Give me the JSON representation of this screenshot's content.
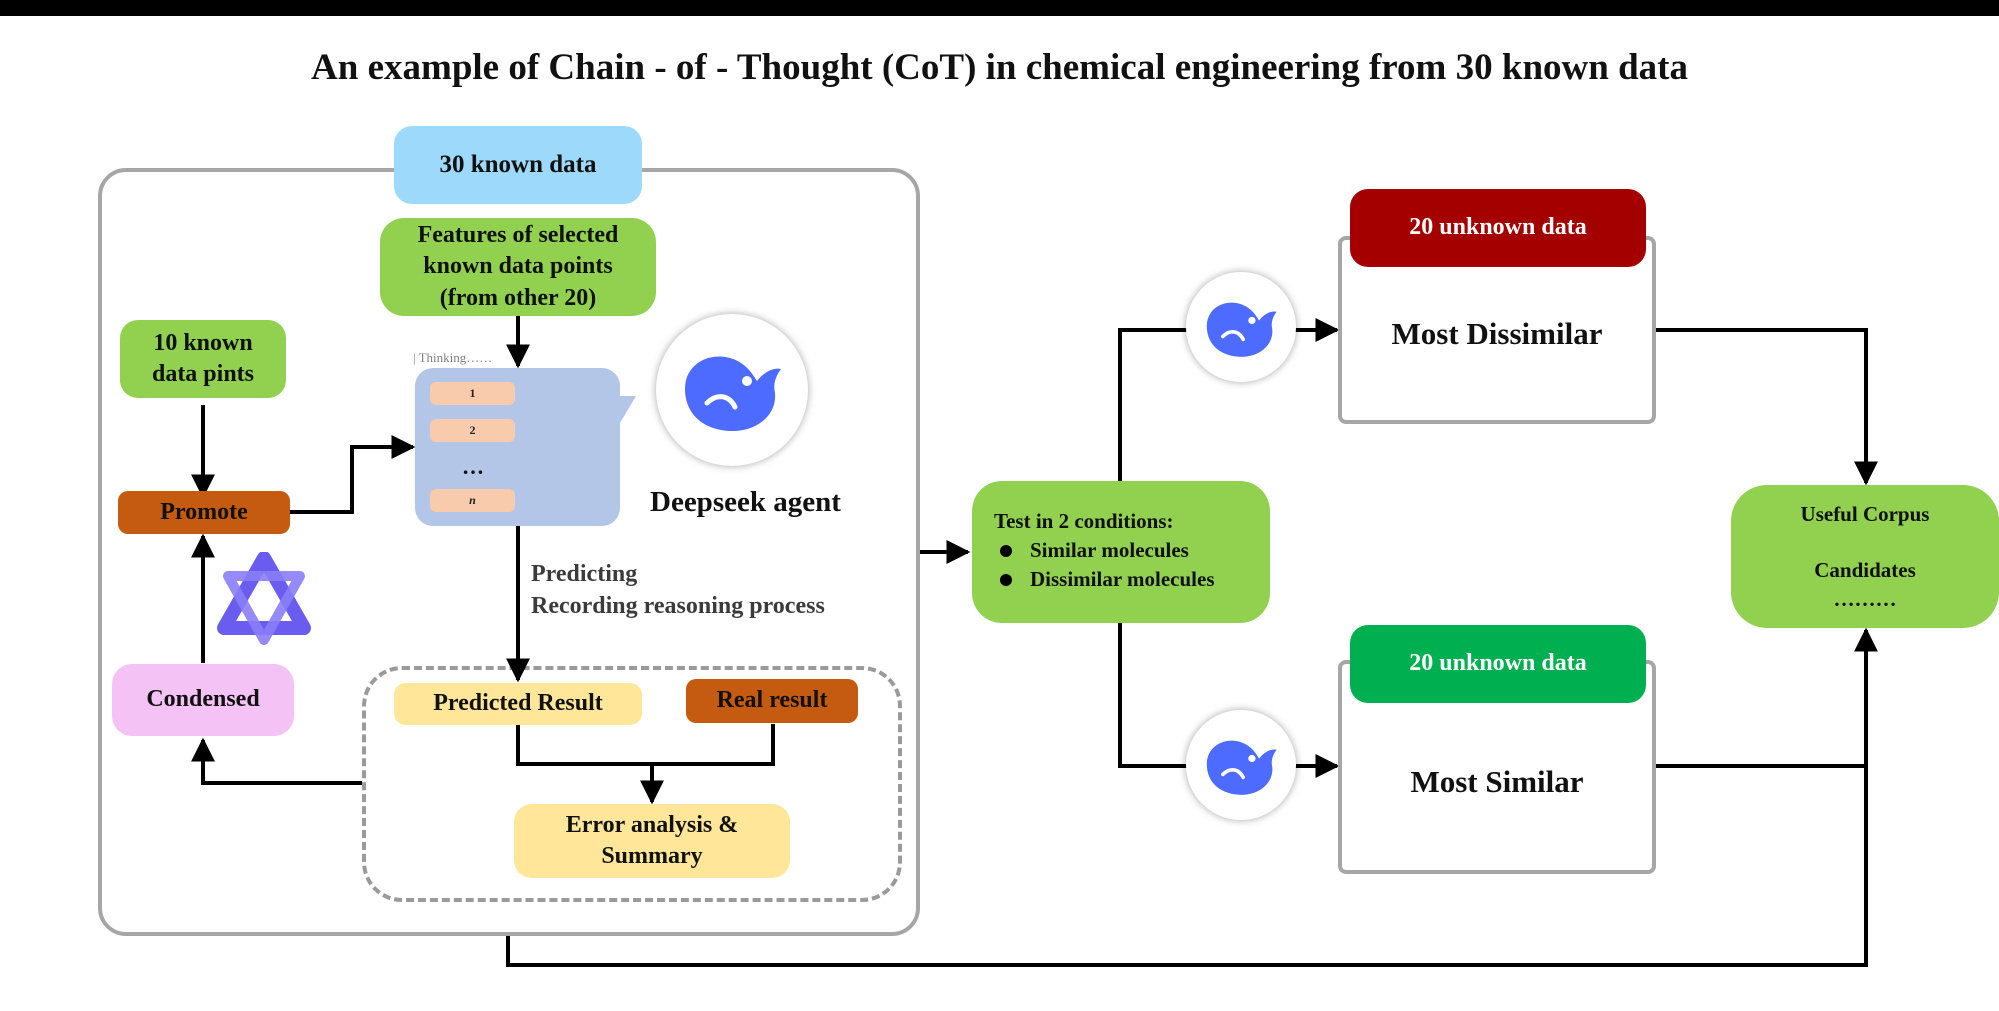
{
  "title": "An example of  Chain - of - Thought (CoT) in chemical engineering from 30 known data",
  "nodes": {
    "known30": "30 known data",
    "features": [
      "Features of selected",
      "known data points",
      "(from other 20)"
    ],
    "known10": [
      "10 known",
      "data pints"
    ],
    "promote": "Promote",
    "condensed": "Condensed",
    "thinking": "| Thinking……",
    "steps": [
      "1",
      "2",
      "…",
      "n"
    ],
    "agent": "Deepseek agent",
    "predicting": [
      "Predicting",
      "Recording reasoning process"
    ],
    "predicted": "Predicted Result",
    "real": "Real result",
    "error": [
      "Error analysis  &",
      "Summary"
    ],
    "test_title": "Test in 2 conditions:",
    "test_items": [
      "Similar molecules",
      "Dissimilar molecules"
    ],
    "unknown_top": "20 unknown  data",
    "most_dissimilar": "Most Dissimilar",
    "unknown_bottom": "20 unknown  data",
    "most_similar": "Most Similar",
    "useful": [
      "Useful Corpus",
      "Candidates",
      "………"
    ]
  },
  "colors": {
    "blue": "#9dd9fb",
    "green": "#92d050",
    "brown": "#c55a11",
    "pink": "#f4c2f5",
    "yellow": "#ffe699",
    "dark_red": "#a50000",
    "bright_green": "#00b050",
    "agent_blue": "#4d6bfe",
    "qwen_purple": "#6b5cf0"
  },
  "icons": [
    "deepseek-whale-icon",
    "qwen-logo-icon"
  ]
}
